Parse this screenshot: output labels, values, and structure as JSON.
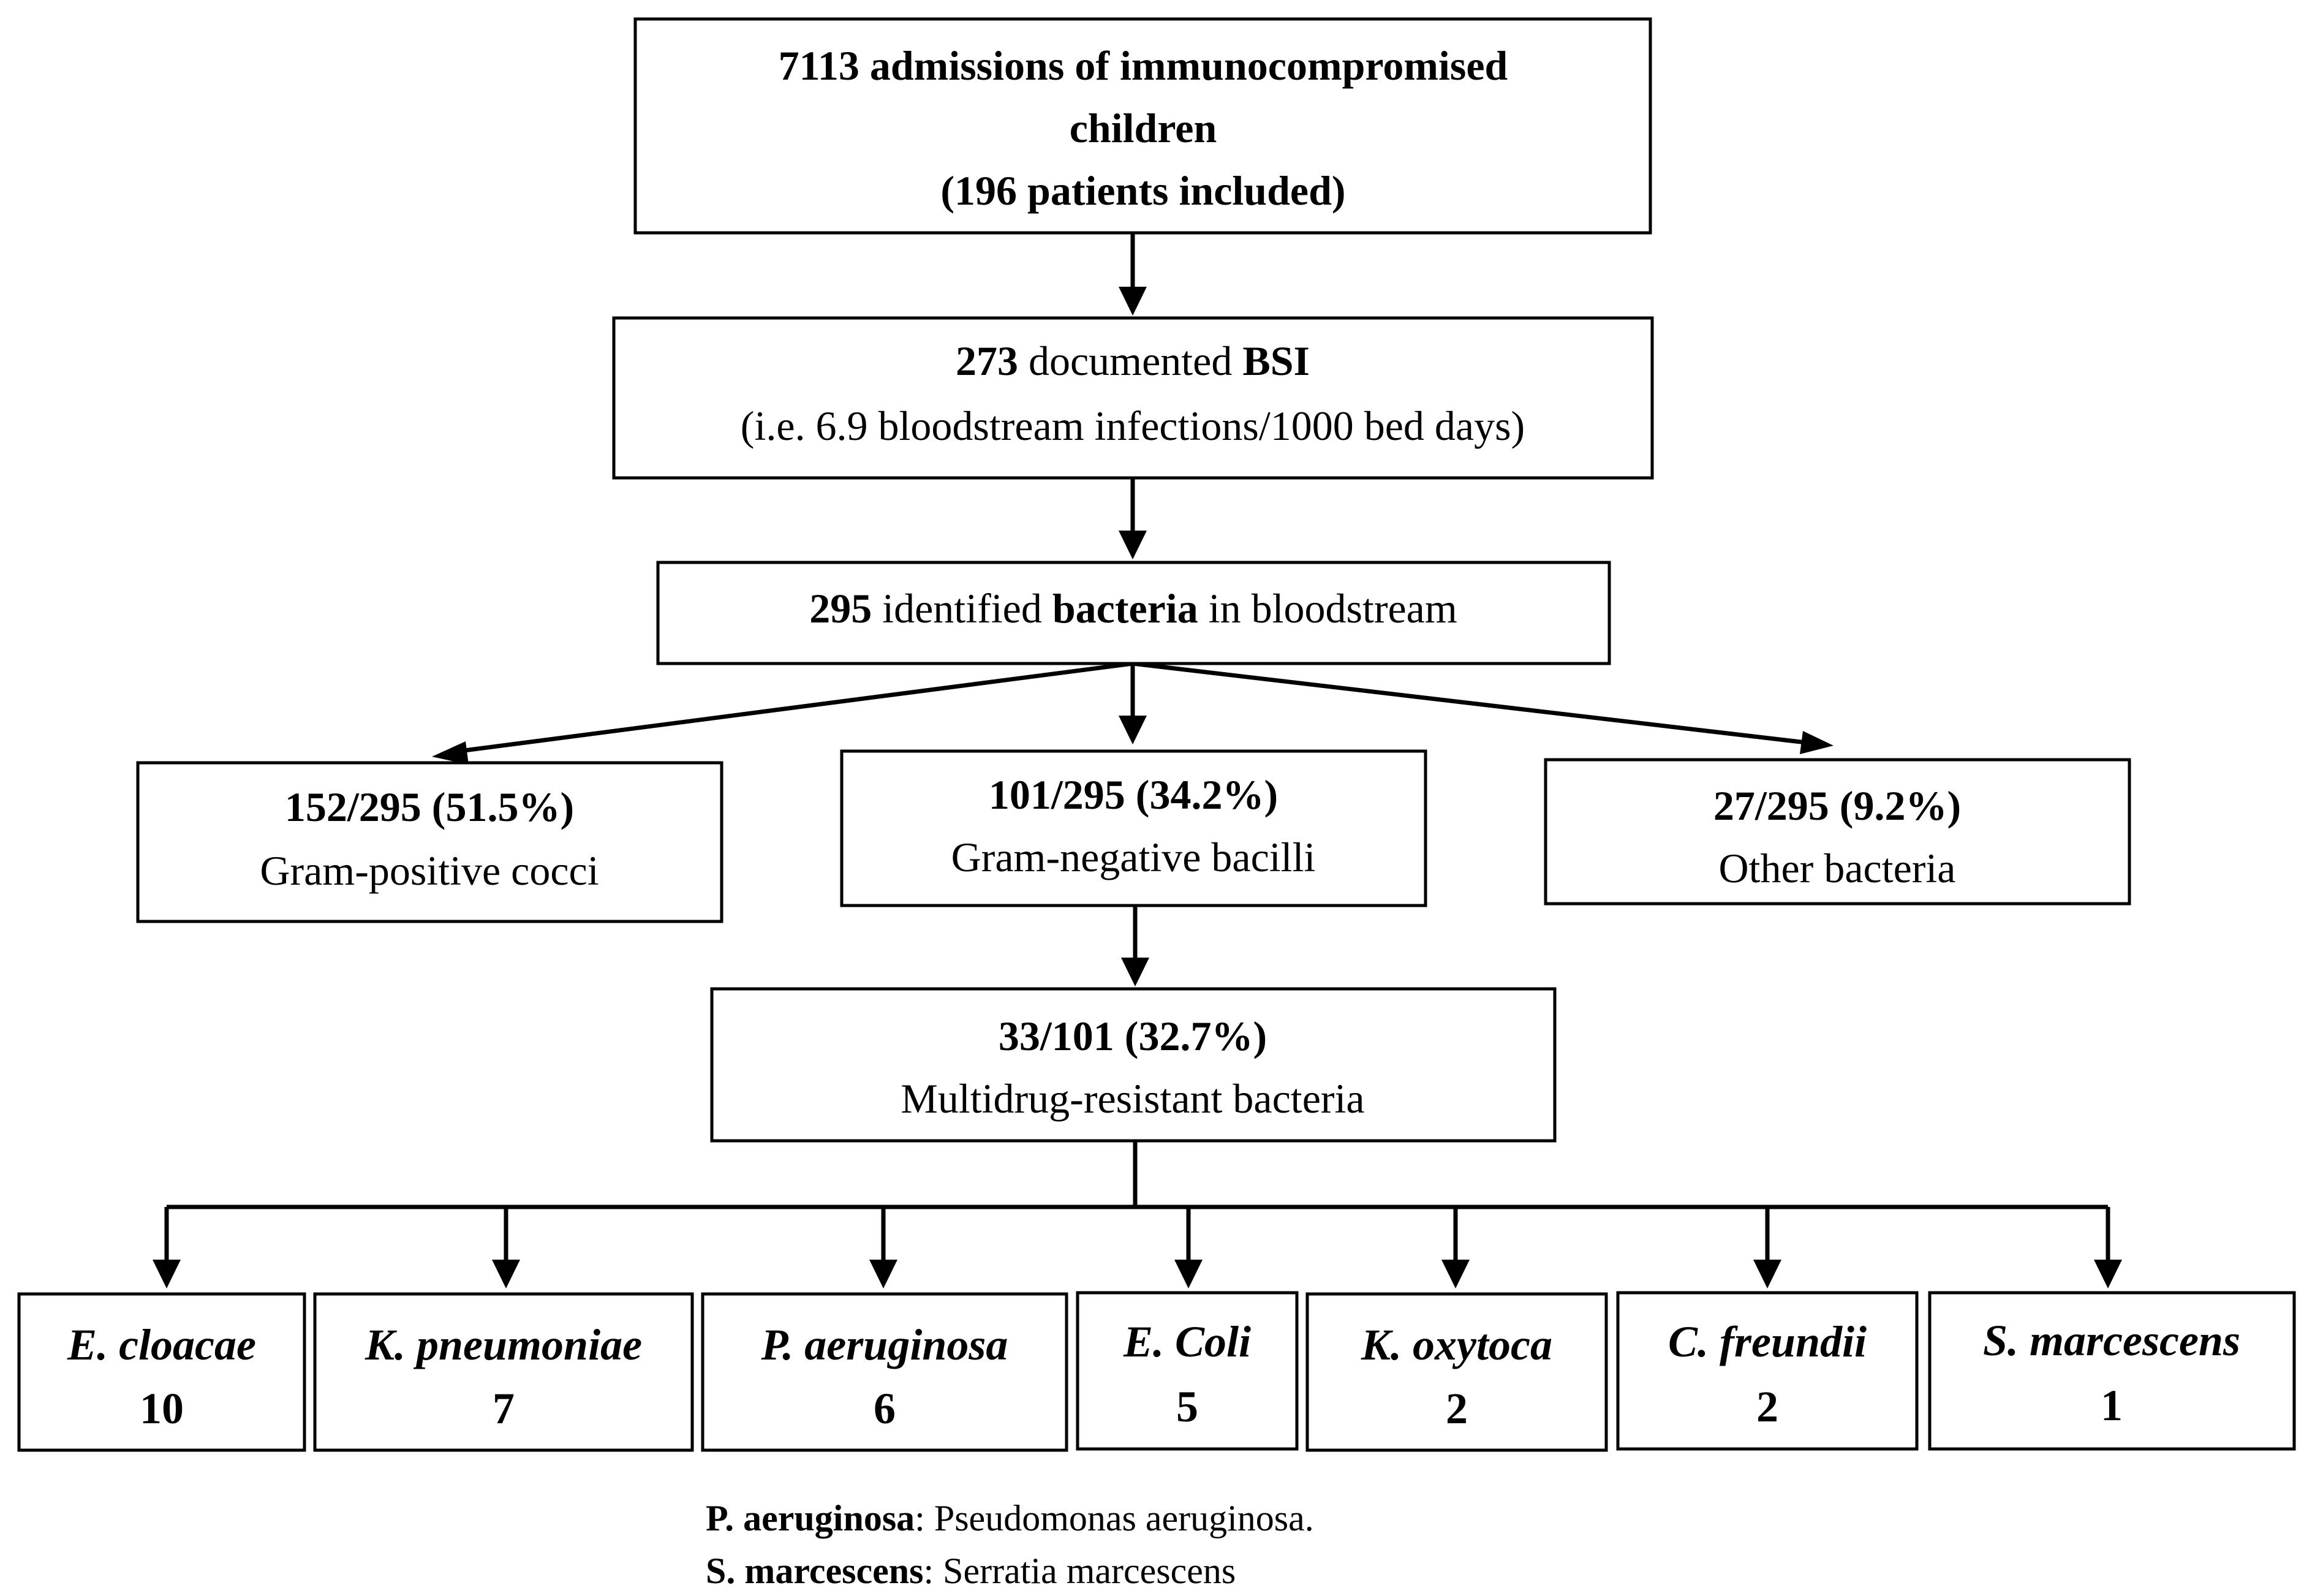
{
  "nodes": {
    "admissions": {
      "line1": "7113 admissions of immunocompromised",
      "line2": "children",
      "line3": "(196 patients included)"
    },
    "bsi": {
      "count": "273",
      "mid": " documented ",
      "abbr": "BSI",
      "line2": "(i.e. 6.9 bloodstream infections/1000 bed days)"
    },
    "bacteria": {
      "count": "295",
      "mid": " identified ",
      "word": "bacteria",
      "tail": " in bloodstream"
    },
    "gram_positive": {
      "stat": "152/295 (51.5%)",
      "label": "Gram-positive cocci"
    },
    "gram_negative": {
      "stat": "101/295 (34.2%)",
      "label": "Gram-negative bacilli"
    },
    "other": {
      "stat": "27/295 (9.2%)",
      "label": "Other bacteria"
    },
    "mdr": {
      "stat": "33/101 (32.7%)",
      "label": "Multidrug-resistant bacteria"
    }
  },
  "species": [
    {
      "name": "E. cloacae",
      "count": "10"
    },
    {
      "name": "K. pneumoniae",
      "count": "7"
    },
    {
      "name": "P. aeruginosa",
      "count": "6"
    },
    {
      "name": "E. Coli",
      "count": "5"
    },
    {
      "name": "K. oxytoca",
      "count": "2"
    },
    {
      "name": "C. freundii",
      "count": "2"
    },
    {
      "name": "S. marcescens",
      "count": "1"
    }
  ],
  "footnotes": [
    {
      "abbr": "P. aeruginosa",
      "full": ": Pseudomonas aeruginosa."
    },
    {
      "abbr": "S. marcescens",
      "full": ": Serratia marcescens"
    }
  ]
}
